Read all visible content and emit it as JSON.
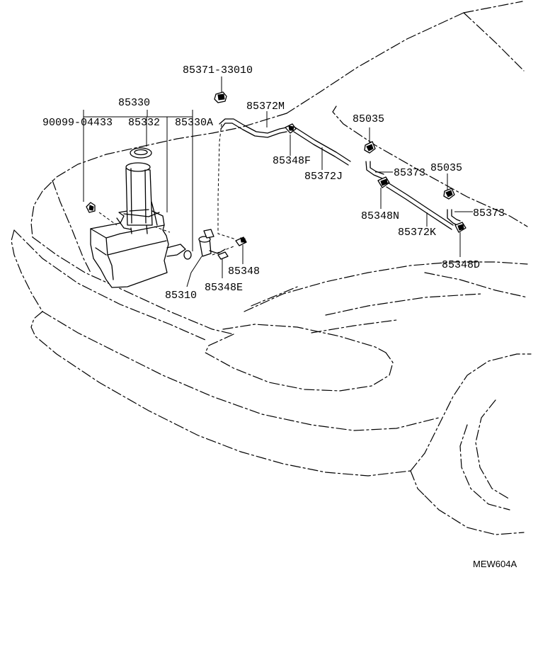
{
  "labels": {
    "p85371": "85371-33010",
    "p85330": "85330",
    "p90099": "90099-04433",
    "p85332": "85332",
    "p85330a": "85330A",
    "p85372m": "85372M",
    "p85035a": "85035",
    "p85348f": "85348F",
    "p85372j": "85372J",
    "p85373a": "85373",
    "p85035b": "85035",
    "p85348n": "85348N",
    "p85373b": "85373",
    "p85372k": "85372K",
    "p85348": "85348",
    "p85348e": "85348E",
    "p85310": "85310",
    "p85348d": "85348D"
  },
  "diagram_code": "MEW604A"
}
